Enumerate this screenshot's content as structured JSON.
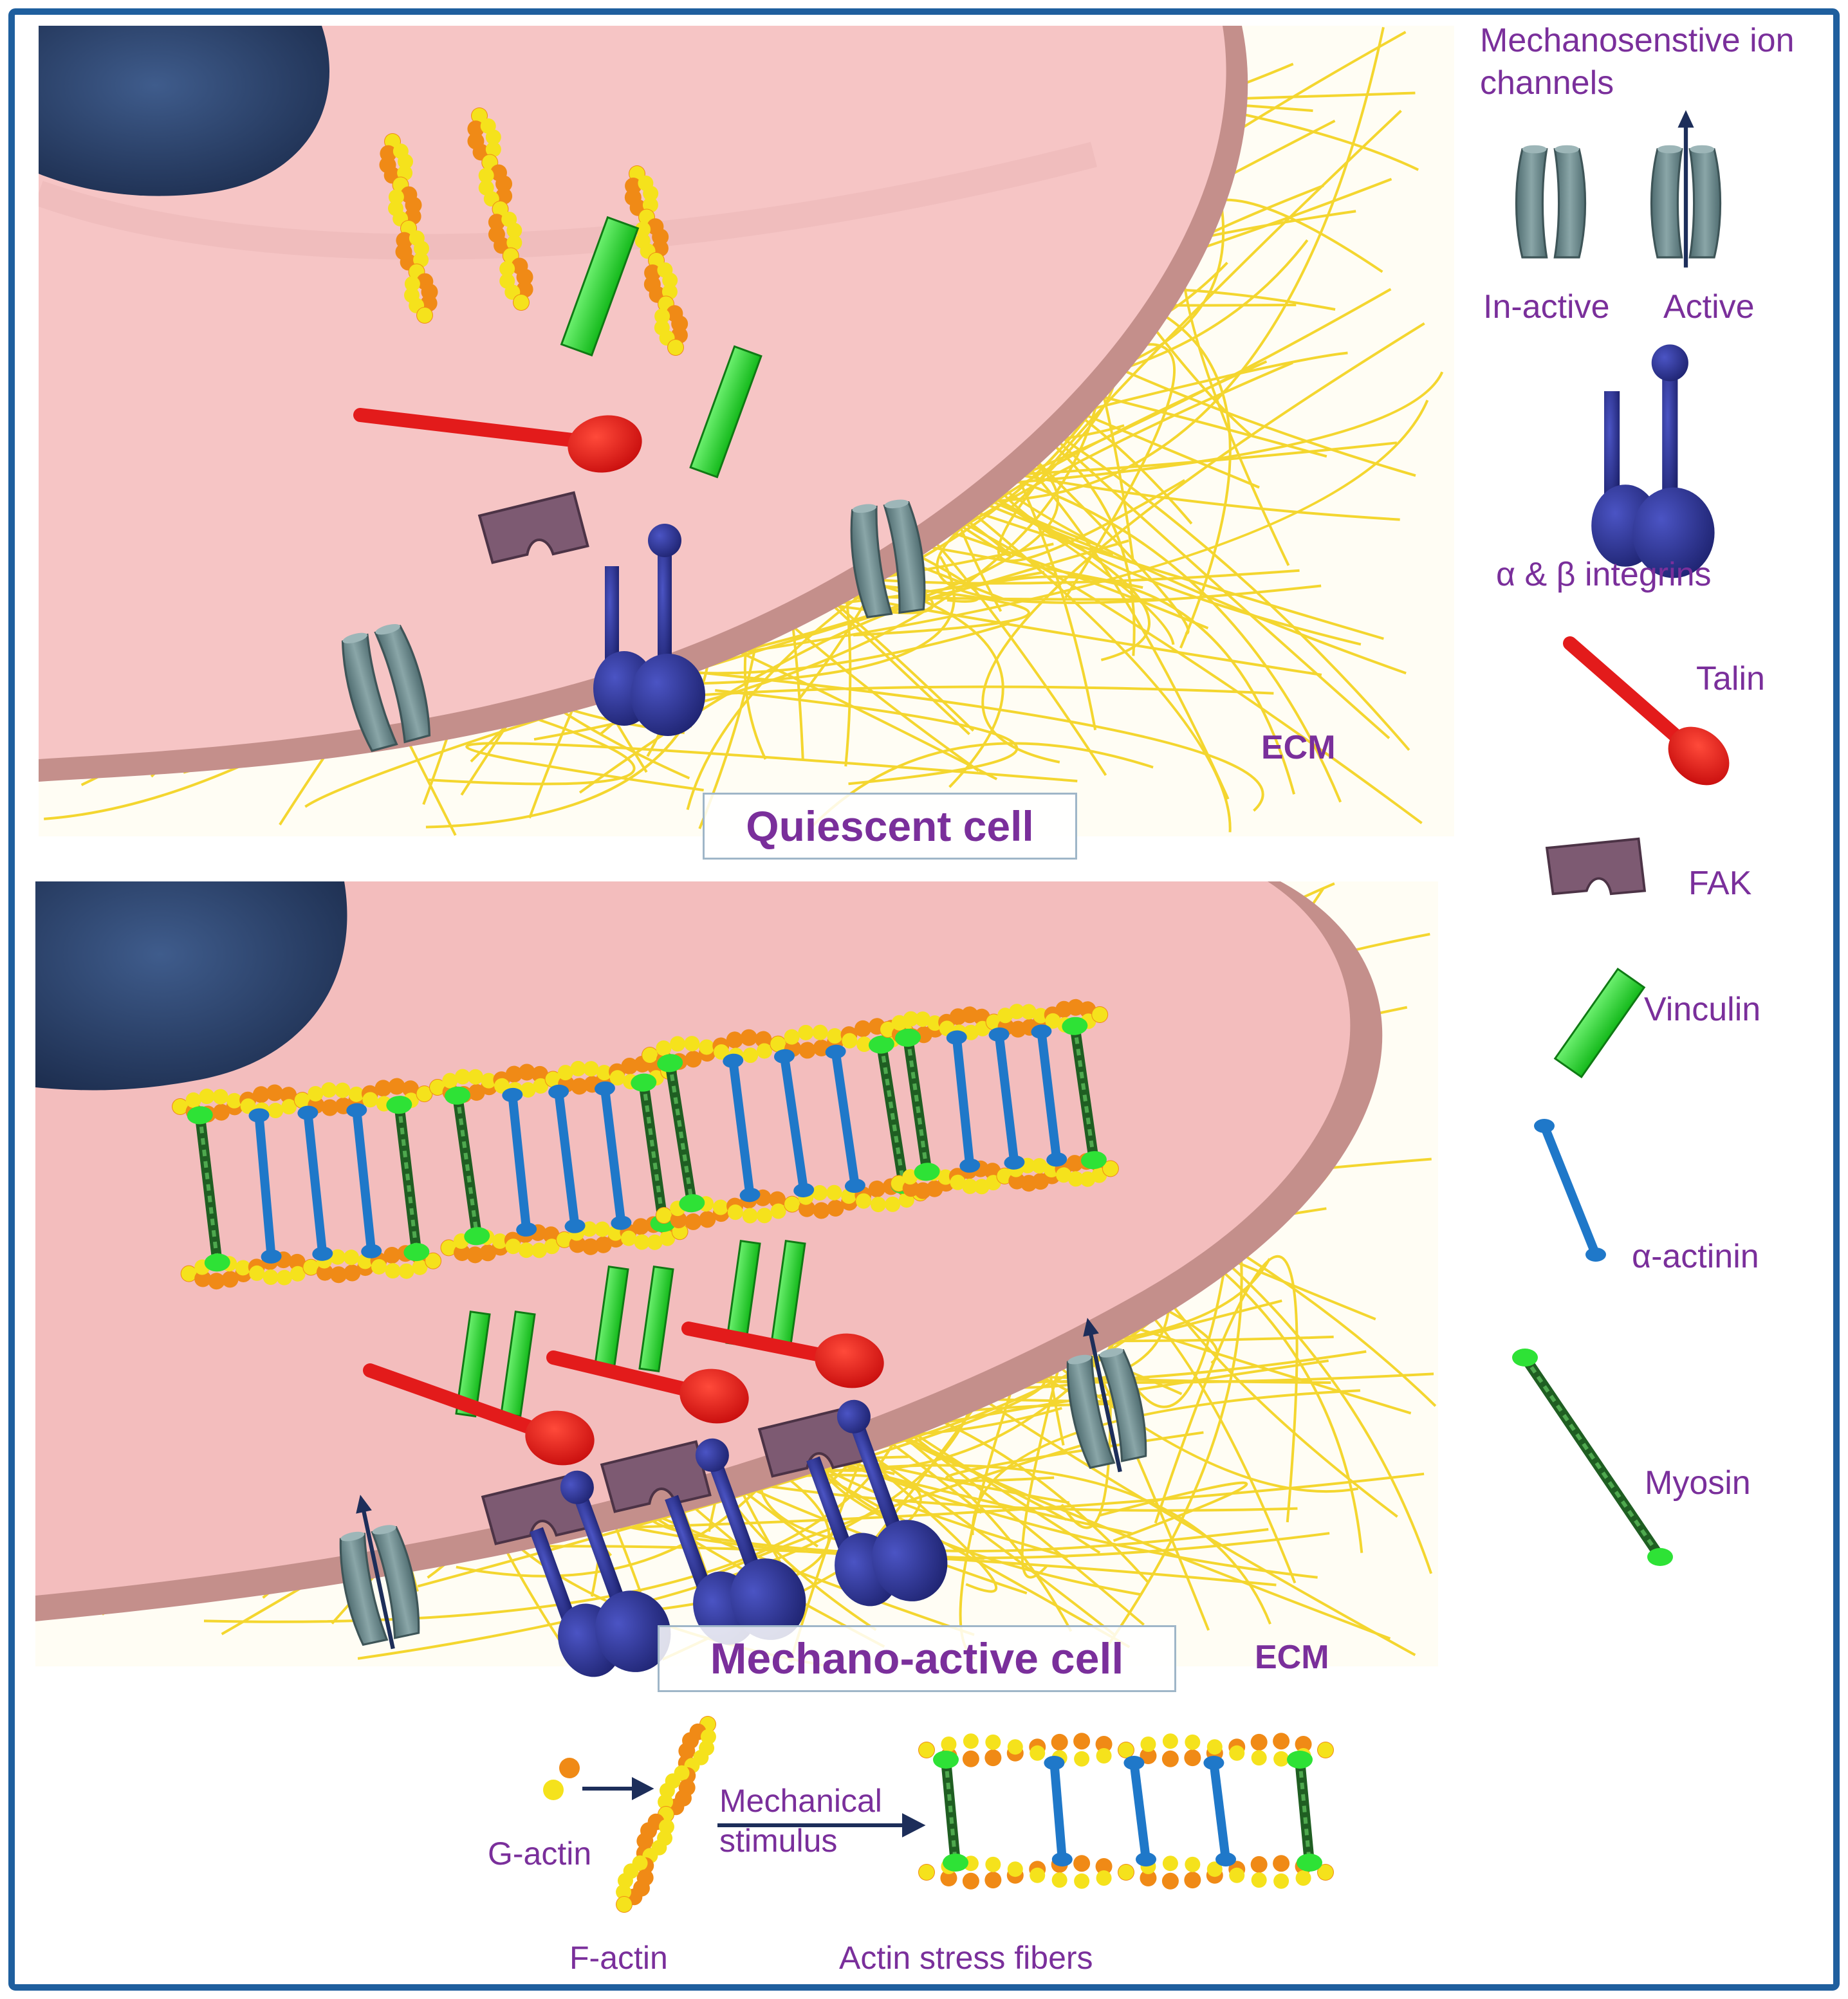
{
  "legend": {
    "channels_title": "Mechanosenstive ion channels",
    "channel_inactive": "In-active",
    "channel_active": "Active",
    "integrins": "α & β integrins",
    "talin": "Talin",
    "fak": "FAK",
    "vinculin": "Vinculin",
    "actinin": "α-actinin",
    "myosin": "Myosin"
  },
  "panels": {
    "top": {
      "title": "Quiescent cell",
      "ecm": "ECM"
    },
    "bottom": {
      "title": "Mechano-active cell",
      "ecm": "ECM"
    }
  },
  "process": {
    "g_actin": "G-actin",
    "f_actin": "F-actin",
    "stimulus": "Mechanical stimulus",
    "stress_fibers": "Actin stress fibers"
  },
  "colors": {
    "border": "#1f5f9e",
    "cell": "#f6c3c3",
    "membrane": "#c9948f",
    "nucleus": "#2b4068",
    "ecm": "#f2d21b",
    "talin": "#e31b1b",
    "fak": "#7d5a72",
    "vinculin": "#25d32a",
    "actinin": "#1f78c9",
    "integrin": "#2a2f8e",
    "channel": "#6f8c8f",
    "actin_orange": "#f08a16",
    "actin_yellow": "#f5e21c",
    "myosin": "#2f7a2f",
    "label": "#7a2f9b"
  }
}
